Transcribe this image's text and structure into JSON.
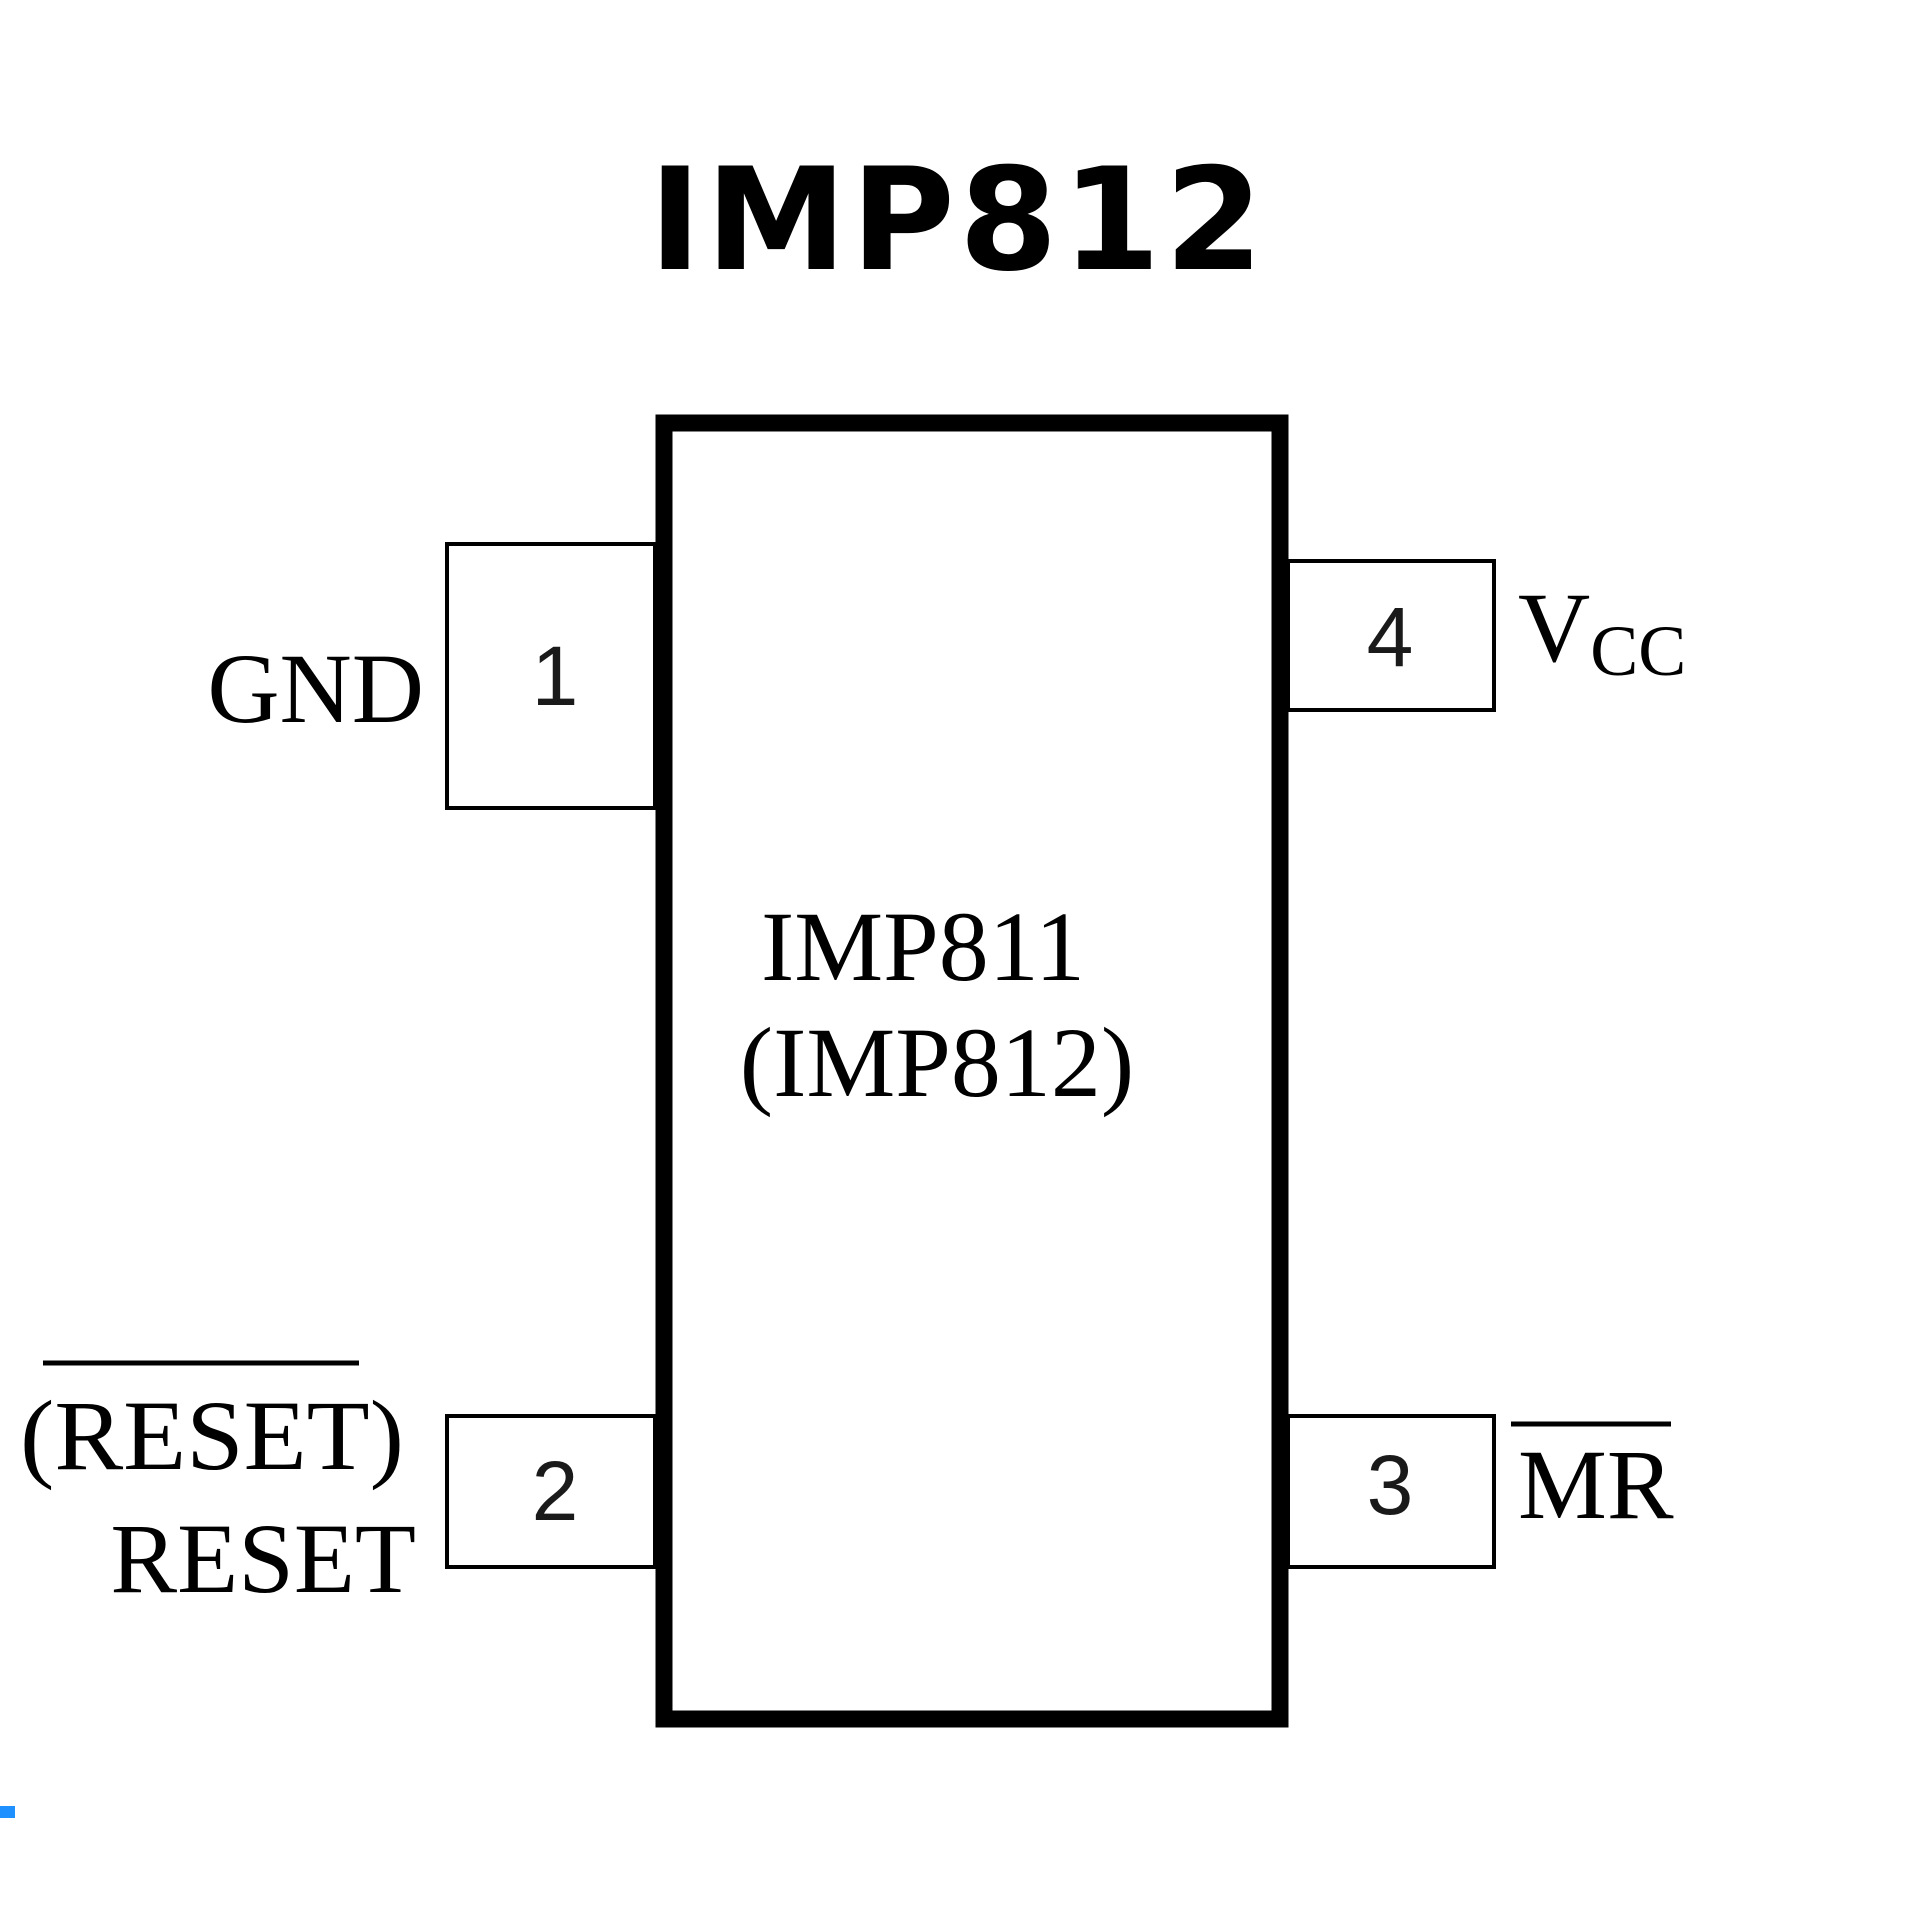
{
  "title": "IMP812",
  "chip": {
    "label_line1": "IMP811",
    "label_line2": "(IMP812)"
  },
  "pins": [
    {
      "number": "1",
      "name": "GND",
      "side": "left"
    },
    {
      "number": "2",
      "name_alt": "(RESET)",
      "name_alt_overbar": true,
      "name": "RESET",
      "side": "left"
    },
    {
      "number": "3",
      "name": "MR",
      "name_overbar": true,
      "side": "right"
    },
    {
      "number": "4",
      "name": "V",
      "name_subscript": "CC",
      "side": "right"
    }
  ],
  "colors": {
    "stroke": "#000000",
    "background": "#ffffff",
    "pin_number": "#1a1a1a"
  }
}
